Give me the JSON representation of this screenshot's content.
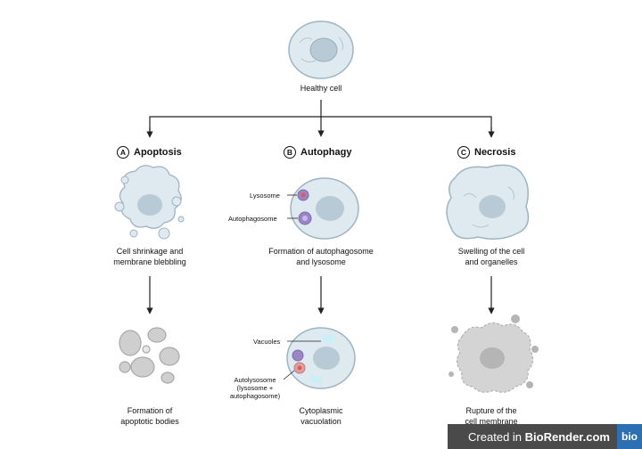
{
  "top": {
    "label": "Healthy cell"
  },
  "columns": [
    {
      "letter": "A",
      "title": "Apoptosis",
      "stage1": "Cell shrinkage and\nmembrane blebbling",
      "stage2": "Formation of\napoptotic bodies"
    },
    {
      "letter": "B",
      "title": "Autophagy",
      "stage1": "Formation of autophagosome\nand lysosome",
      "stage2": "Cytoplasmic\nvacuolation",
      "callouts": {
        "lysosome": "Lysosome",
        "autophagosome": "Autophagosome",
        "vacuoles": "Vacuoles",
        "autolysosome": "Autolysosome\n(lysosome +\nautophagosome)"
      }
    },
    {
      "letter": "C",
      "title": "Necrosis",
      "stage1": "Swelling of the cell\nand organelles",
      "stage2": "Rupture of the\ncell membrane"
    }
  ],
  "footer": {
    "prefix": "Created in ",
    "brand": "BioRender.com",
    "logo": "bio"
  },
  "colors": {
    "cell_fill": "#dfe9f0",
    "cell_stroke": "#9fb4c2",
    "nucleus": "#b8cad6",
    "vesicle": "#9a86c4",
    "vacuole": "#cdeef6",
    "debris": "#b5b5b5",
    "line": "#222222"
  }
}
